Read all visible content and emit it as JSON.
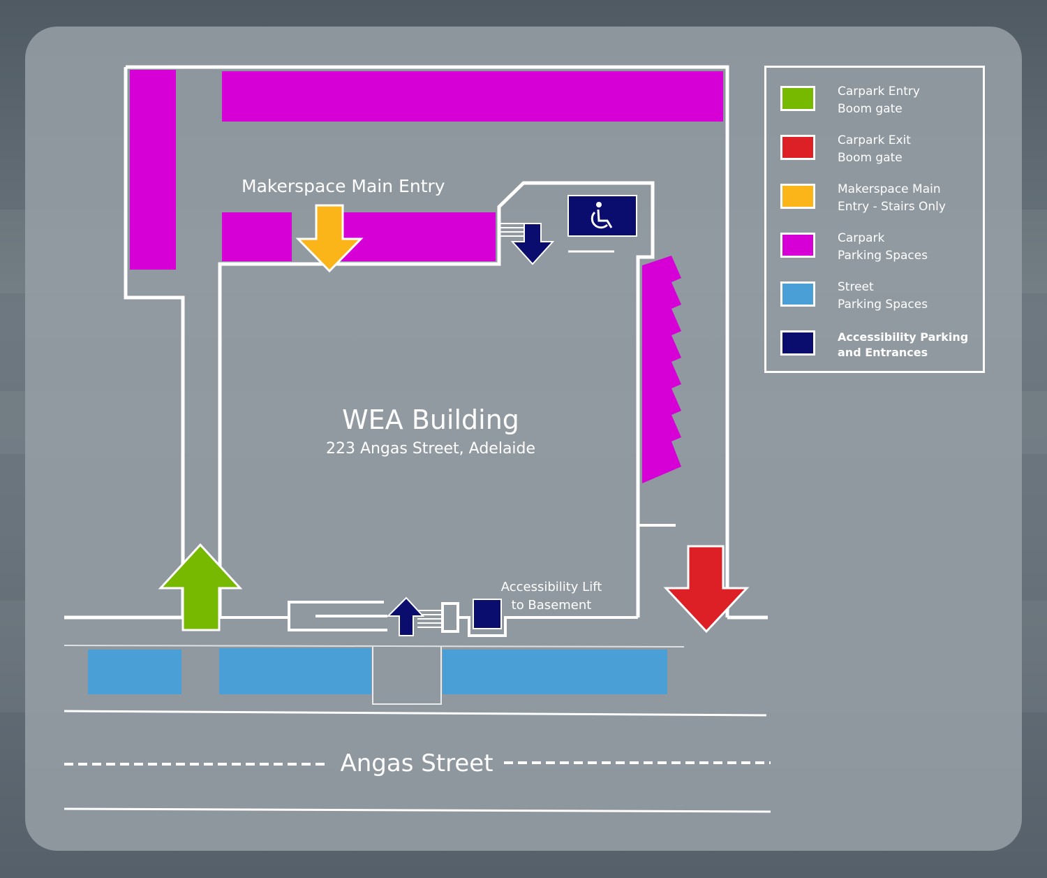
{
  "colors": {
    "carpark_entry": "#77b800",
    "carpark_exit": "#dd1f26",
    "makerspace_entry": "#fbb518",
    "carpark_parking": "#d600d6",
    "street_parking": "#4b9fd7",
    "accessibility": "#0a0c6e",
    "outline": "#ffffff"
  },
  "map": {
    "makerspace_label": "Makerspace Main Entry",
    "building_name": "WEA Building",
    "building_address": "223 Angas Street, Adelaide",
    "lift_label_line1": "Accessibility Lift",
    "lift_label_line2": "to Basement",
    "street_name": "Angas Street",
    "accessibility_icon": "wheelchair-icon"
  },
  "legend": {
    "items": [
      {
        "label": "Carpark Entry\nBoom gate",
        "color": "#77b800",
        "bold": false
      },
      {
        "label": "Carpark Exit\nBoom gate",
        "color": "#dd1f26",
        "bold": false
      },
      {
        "label": "Makerspace Main\nEntry - Stairs Only",
        "color": "#fbb518",
        "bold": false
      },
      {
        "label": "Carpark\nParking Spaces",
        "color": "#d600d6",
        "bold": false
      },
      {
        "label": "Street\nParking Spaces",
        "color": "#4b9fd7",
        "bold": false
      },
      {
        "label": "Accessibility Parking\nand Entrances",
        "color": "#0a0c6e",
        "bold": true
      }
    ]
  }
}
